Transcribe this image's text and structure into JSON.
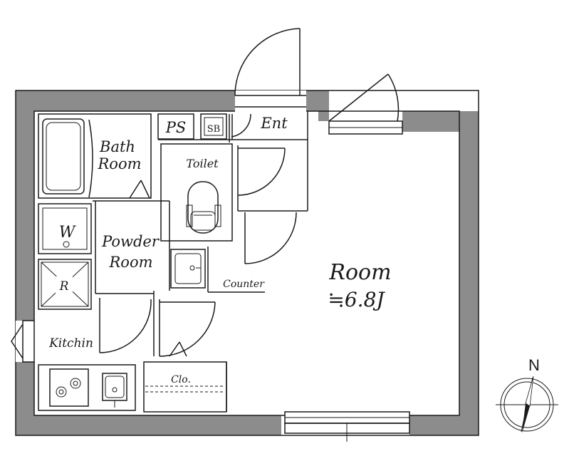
{
  "rooms": {
    "bath_line1": "Bath",
    "bath_line2": "Room",
    "ps": "PS",
    "sb": "SB",
    "ent": "Ent",
    "toilet": "Toilet",
    "washer": "W",
    "powder_line1": "Powder",
    "powder_line2": "Room",
    "fridge": "R",
    "counter": "Counter",
    "main_room": "Room",
    "main_room_size": "≒6.8J",
    "kitchen": "Kitchin",
    "closet": "Clo."
  },
  "compass": {
    "north_label": "N"
  },
  "colors": {
    "wall": "#8c8c8c",
    "line": "#1a1a1a",
    "background": "#ffffff"
  }
}
